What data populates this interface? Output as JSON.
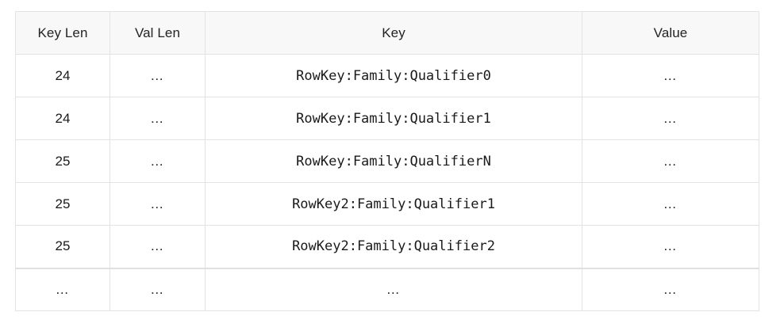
{
  "table": {
    "name": "hfile-keyvalue-layout-table",
    "columns": [
      {
        "label": "Key Len",
        "key": "key_len",
        "align": "center",
        "type": "number"
      },
      {
        "label": "Val Len",
        "key": "val_len",
        "align": "center",
        "type": "number"
      },
      {
        "label": "Key",
        "key": "key",
        "align": "center",
        "type": "mono"
      },
      {
        "label": "Value",
        "key": "value",
        "align": "center",
        "type": "mono"
      }
    ],
    "rows": [
      {
        "key_len": "24",
        "val_len": "…",
        "key": "RowKey:Family:Qualifier0",
        "value": "…"
      },
      {
        "key_len": "24",
        "val_len": "…",
        "key": "RowKey:Family:Qualifier1",
        "value": "…"
      },
      {
        "key_len": "25",
        "val_len": "…",
        "key": "RowKey:Family:QualifierN",
        "value": "…"
      },
      {
        "key_len": "25",
        "val_len": "…",
        "key": "RowKey2:Family:Qualifier1",
        "value": "…"
      },
      {
        "key_len": "25",
        "val_len": "…",
        "key": "RowKey2:Family:Qualifier2",
        "value": "…"
      },
      {
        "key_len": "…",
        "val_len": "…",
        "key": "…",
        "value": "…"
      }
    ],
    "colors": {
      "header_background": "#f8f8f8",
      "border": "#e3e3e3",
      "text": "#1a1a1a",
      "page_background": "#ffffff"
    }
  }
}
